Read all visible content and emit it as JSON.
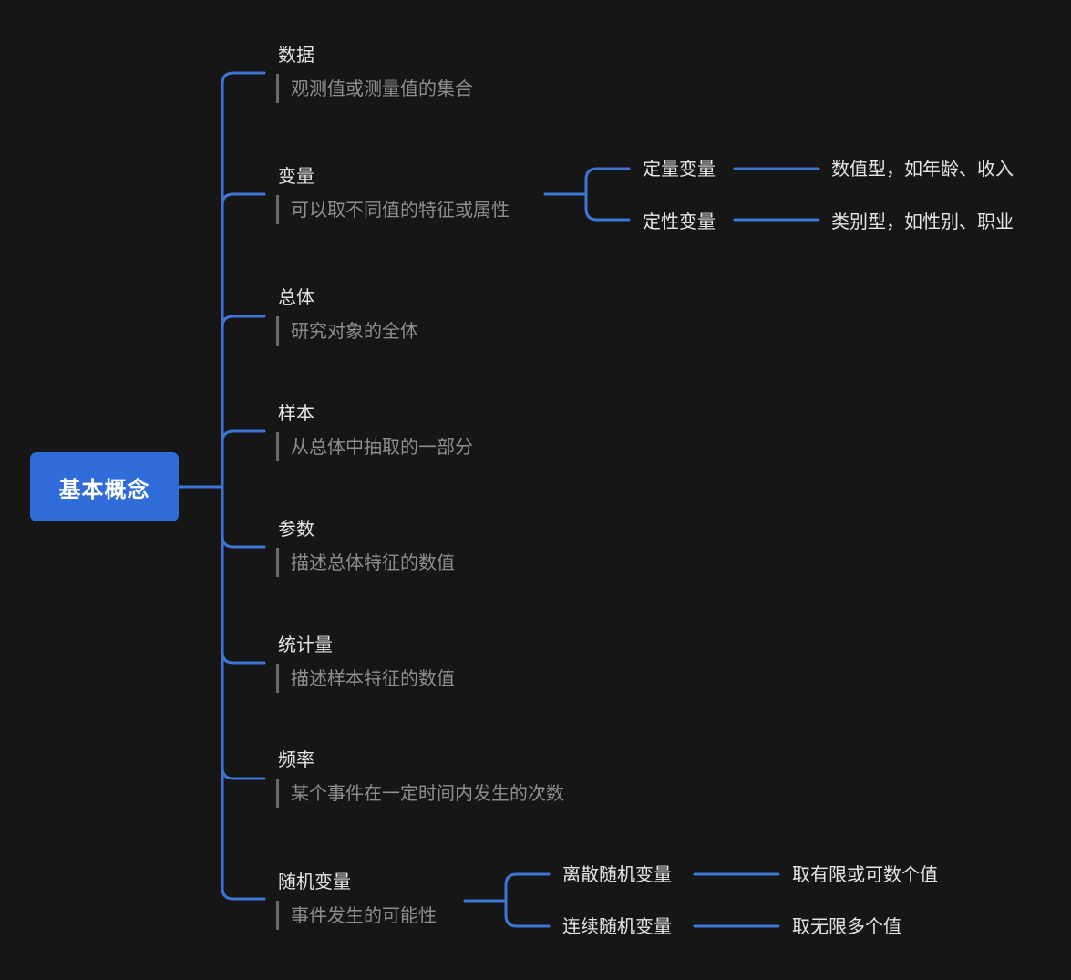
{
  "root": {
    "label": "基本概念"
  },
  "branches": [
    {
      "title": "数据",
      "note": "观测值或测量值的集合"
    },
    {
      "title": "变量",
      "note": "可以取不同值的特征或属性"
    },
    {
      "title": "总体",
      "note": "研究对象的全体"
    },
    {
      "title": "样本",
      "note": "从总体中抽取的一部分"
    },
    {
      "title": "参数",
      "note": "描述总体特征的数值"
    },
    {
      "title": "统计量",
      "note": "描述样本特征的数值"
    },
    {
      "title": "频率",
      "note": "某个事件在一定时间内发生的次数"
    },
    {
      "title": "随机变量",
      "note": "事件发生的可能性"
    }
  ],
  "variable_types": [
    {
      "label": "定量变量",
      "detail": "数值型，如年龄、收入"
    },
    {
      "label": "定性变量",
      "detail": "类别型，如性别、职业"
    }
  ],
  "random_variable_types": [
    {
      "label": "离散随机变量",
      "detail": "取有限或可数个值"
    },
    {
      "label": "连续随机变量",
      "detail": "取无限多个值"
    }
  ],
  "colors": {
    "background": "#161616",
    "accent": "#2f6bd9",
    "connector": "#3f76d6",
    "title_text": "#e6e6e6",
    "note_text": "#8e8e8e"
  }
}
